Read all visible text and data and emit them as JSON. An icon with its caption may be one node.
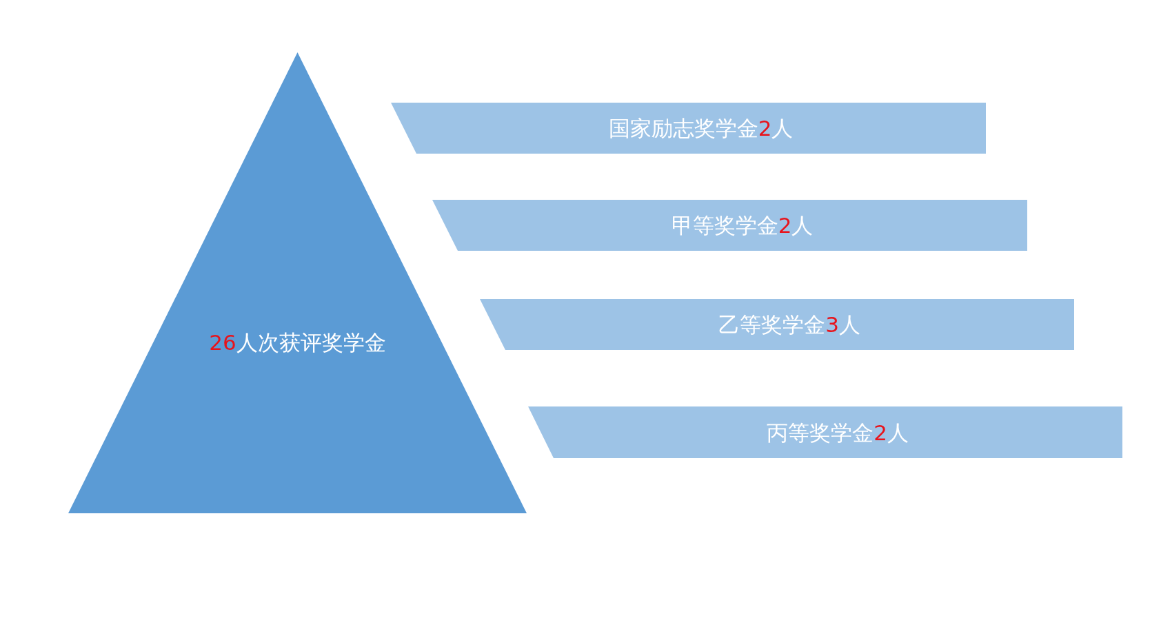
{
  "diagram": {
    "nodes": [
      {
        "text": [
          "26人次获评奖学金"
        ]
      },
      {
        "text": [
          "国家励志奖学金2人"
        ]
      },
      {
        "text": [
          "甲等奖学金2人"
        ]
      },
      {
        "text": [
          "乙等奖学金3人"
        ]
      },
      {
        "text": [
          "丙等奖学金2人"
        ]
      }
    ]
  }
}
